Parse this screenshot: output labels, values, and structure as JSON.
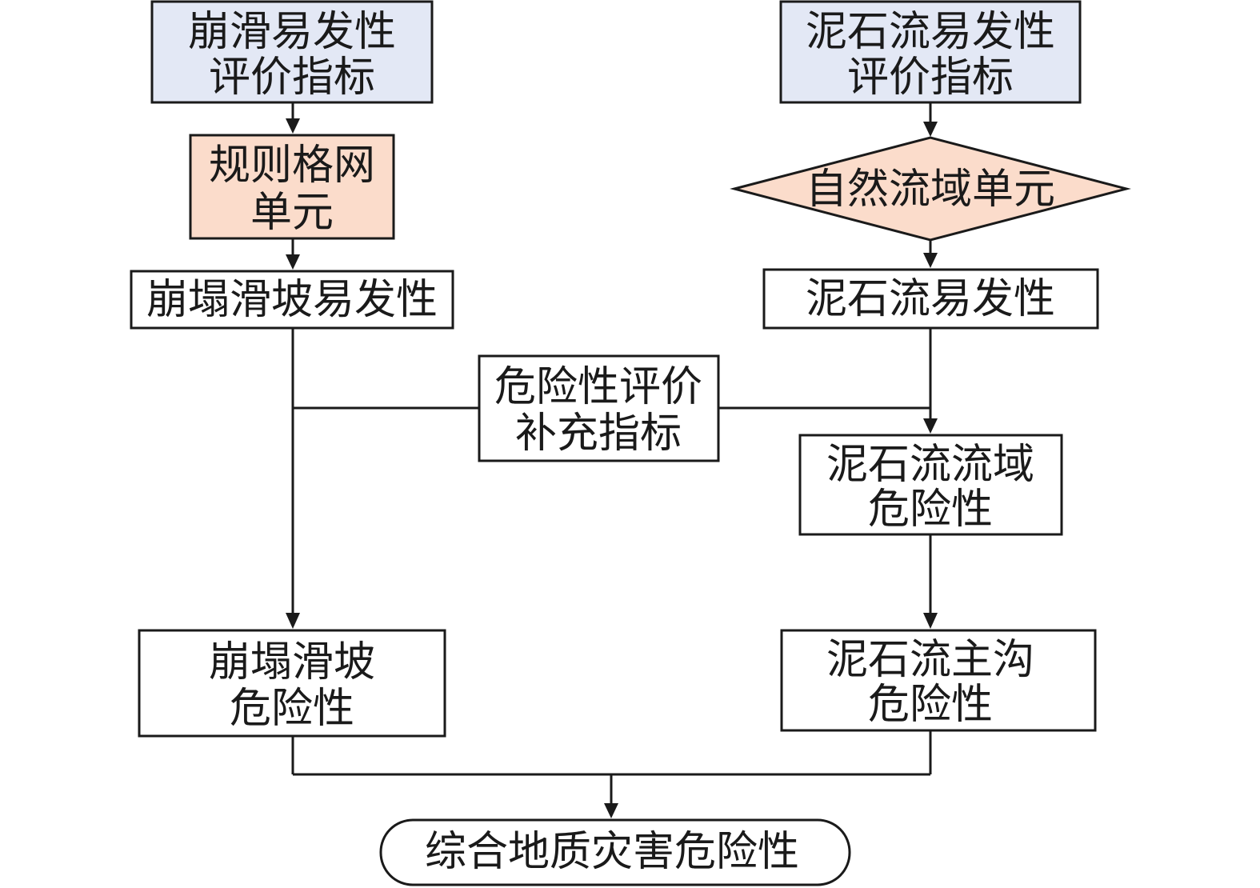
{
  "colors": {
    "input_fill": "#e3e8f5",
    "unit_fill": "#fbdccb",
    "plain_fill": "#ffffff",
    "stroke": "#1a1a1a"
  },
  "nodes": {
    "landslide_indicators": {
      "line1": "崩滑易发性",
      "line2": "评价指标"
    },
    "debris_indicators": {
      "line1": "泥石流易发性",
      "line2": "评价指标"
    },
    "grid_unit": {
      "line1": "规则格网",
      "line2": "单元"
    },
    "watershed_unit": {
      "line1": "自然流域单元"
    },
    "landslide_susceptibility": {
      "line1": "崩塌滑坡易发性"
    },
    "debris_susceptibility": {
      "line1": "泥石流易发性"
    },
    "supplementary_indicators": {
      "line1": "危险性评价",
      "line2": "补充指标"
    },
    "watershed_hazard": {
      "line1": "泥石流流域",
      "line2": "危险性"
    },
    "landslide_hazard": {
      "line1": "崩塌滑坡",
      "line2": "危险性"
    },
    "main_gully_hazard": {
      "line1": "泥石流主沟",
      "line2": "危险性"
    },
    "comprehensive_hazard": {
      "line1": "综合地质灾害危险性"
    }
  }
}
